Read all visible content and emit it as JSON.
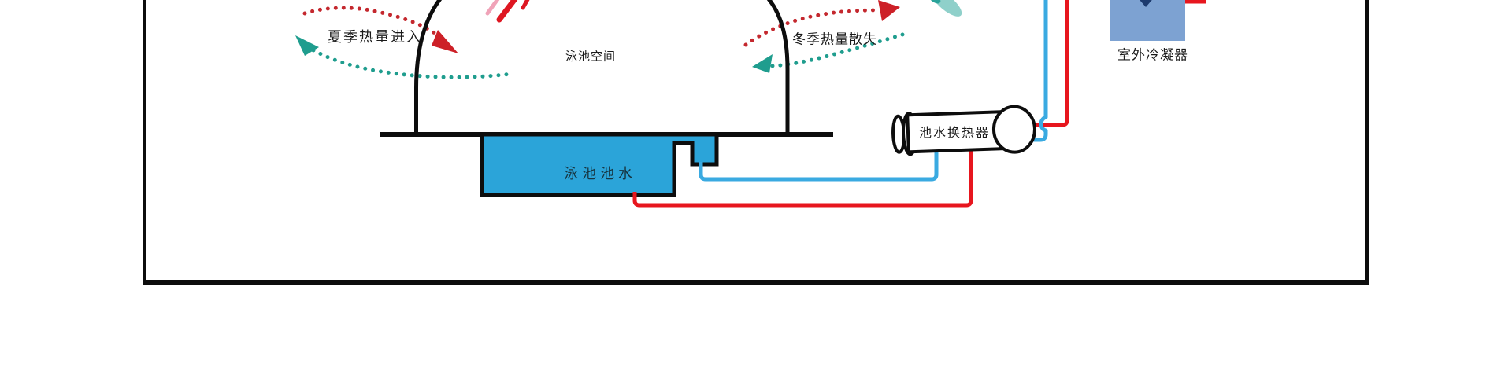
{
  "diagram": {
    "title_context": "pool heat pump schematic (cropped)",
    "labels": {
      "summer_heat_in": "夏季热量进入",
      "pool_space": "泳池空间",
      "winter_heat_loss": "冬季热量散失",
      "pool_water": "泳池池水",
      "pool_water_heat_exchanger": "池水换热器",
      "outdoor_condenser": "室外冷凝器"
    },
    "colors": {
      "pool_water_fill": "#2ba4d9",
      "pipe_cold": "#3aaae1",
      "pipe_hot": "#e7161e",
      "dot_red": "#c4282e",
      "dot_teal": "#1f9d8e",
      "arrow_red": "#cd2027",
      "arrow_teal": "#1f9d8e",
      "condenser_fill": "#7da2d2",
      "condenser_arrow": "#1d3b6e",
      "fan_blade_teal": "#8fd0ca",
      "fan_blade_dark": "#2aa39a",
      "ray_pink": "#f0a3b8",
      "ray_red": "#de1722",
      "outline": "#0d0d0d"
    },
    "flows": [
      {
        "name": "summer-heat-entering",
        "label": "夏季热量进入",
        "in_arrow": "red-dotted",
        "out_arrow": "teal-dotted"
      },
      {
        "name": "winter-heat-escaping",
        "label": "冬季热量散失",
        "out_arrow": "red-dotted",
        "in_arrow": "teal-dotted"
      }
    ],
    "connections": [
      {
        "from": "泳池池水",
        "to": "池水换热器",
        "pipe": "cold-blue"
      },
      {
        "from": "泳池池水",
        "to": "池水换热器",
        "pipe": "hot-red"
      },
      {
        "from": "池水换热器",
        "to": "室外冷凝器",
        "pipe": "hot-red"
      },
      {
        "from": "室外冷凝器",
        "to": "池水换热器",
        "pipe": "cold-blue"
      }
    ]
  }
}
